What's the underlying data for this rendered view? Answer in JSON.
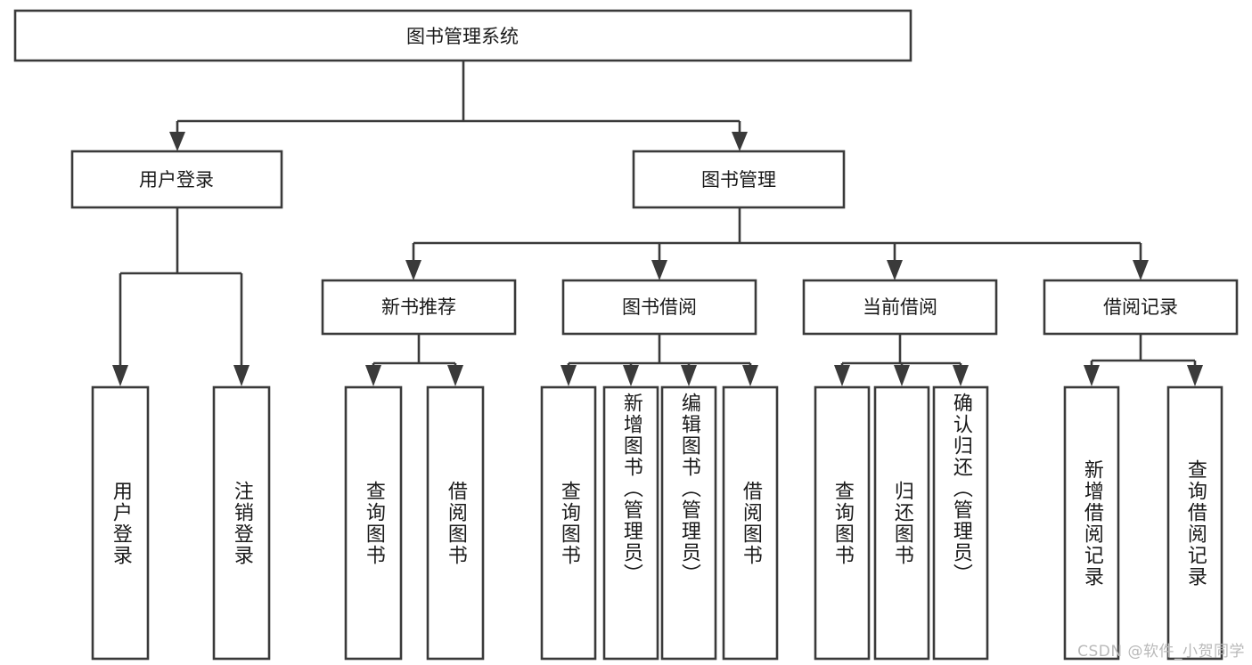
{
  "diagram": {
    "title": "图书管理系统",
    "type": "tree-hierarchy",
    "watermark": "CSDN @软件_小贺同学",
    "colors": {
      "stroke": "#3a3a3a",
      "fill": "#ffffff",
      "text": "#1a1a1a",
      "watermark": "#b9b9b9"
    },
    "levels": {
      "root": {
        "label": "图书管理系统"
      },
      "level2": [
        {
          "label": "用户登录"
        },
        {
          "label": "图书管理"
        }
      ],
      "level3": [
        {
          "label": "新书推荐"
        },
        {
          "label": "图书借阅"
        },
        {
          "label": "当前借阅"
        },
        {
          "label": "借阅记录"
        }
      ],
      "leaves": {
        "user_login": [
          {
            "label": "用户登录"
          },
          {
            "label": "注销登录"
          }
        ],
        "new_book_recommend": [
          {
            "label": "查询图书"
          },
          {
            "label": "借阅图书"
          }
        ],
        "book_borrow": [
          {
            "label": "查询图书"
          },
          {
            "label": "新增图书（管理员）"
          },
          {
            "label": "编辑图书（管理员）"
          },
          {
            "label": "借阅图书"
          }
        ],
        "current_borrow": [
          {
            "label": "查询图书"
          },
          {
            "label": "归还图书"
          },
          {
            "label": "确认归还（管理员）"
          }
        ],
        "borrow_record": [
          {
            "label": "新增借阅记录"
          },
          {
            "label": "查询借阅记录"
          }
        ]
      }
    }
  }
}
